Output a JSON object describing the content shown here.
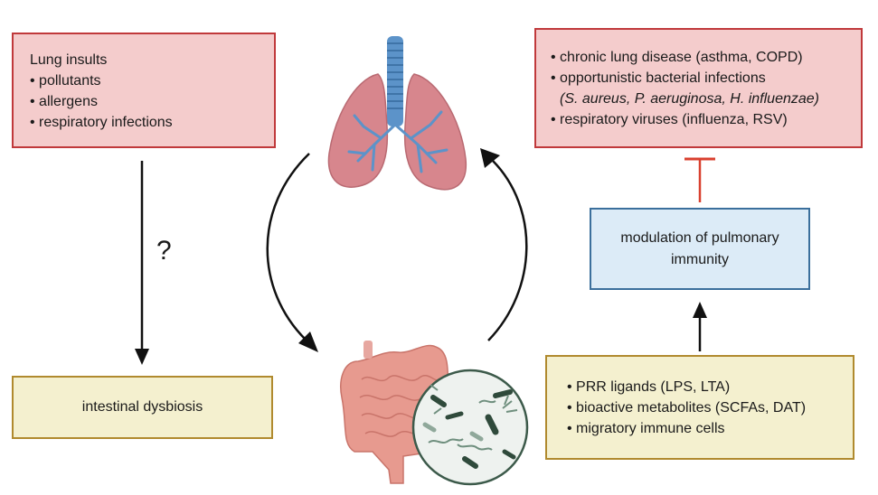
{
  "lung_insults": {
    "title": "Lung insults",
    "items": [
      "• pollutants",
      "• allergens",
      "• respiratory infections"
    ]
  },
  "diseases": {
    "line1": "• chronic lung disease (asthma, COPD)",
    "line2": "• opportunistic bacterial infections",
    "line3": "(S. aureus, P. aeruginosa, H. influenzae)",
    "line4": "• respiratory viruses (influenza, RSV)"
  },
  "modulation": {
    "line1": "modulation of pulmonary",
    "line2": "immunity"
  },
  "dysbiosis": {
    "label": "intestinal dysbiosis"
  },
  "factors": {
    "items": [
      "• PRR ligands (LPS, LTA)",
      "• bioactive metabolites (SCFAs, DAT)",
      "• migratory immune cells"
    ]
  },
  "question_mark": "?",
  "colors": {
    "red_fill": "#f4cccc",
    "red_border": "#c0393b",
    "yellow_fill": "#f4f0cf",
    "yellow_border": "#b08a2e",
    "blue_fill": "#dcebf7",
    "blue_border": "#3b6f9c",
    "inhibition": "#d9402f"
  },
  "icons": [
    "lungs-icon",
    "intestine-icon",
    "microbiota-icon"
  ]
}
